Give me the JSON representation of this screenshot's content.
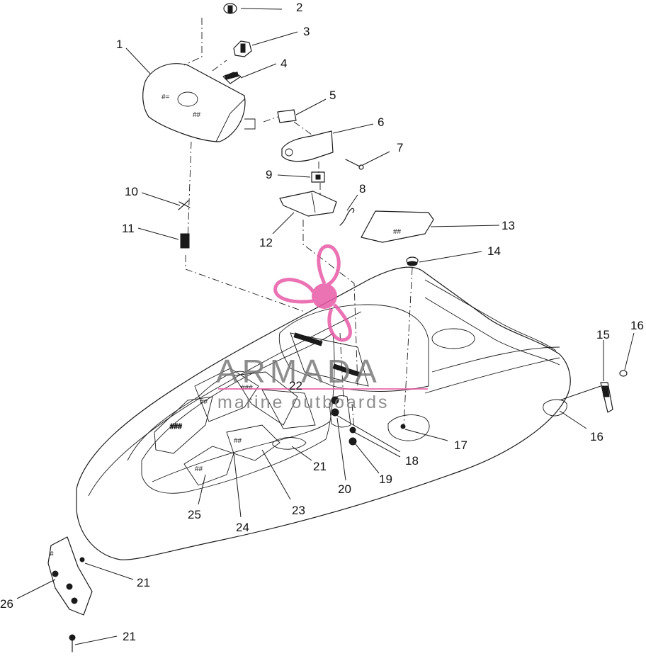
{
  "callouts": [
    {
      "id": "c1",
      "label": "1"
    },
    {
      "id": "c2",
      "label": "2"
    },
    {
      "id": "c3",
      "label": "3"
    },
    {
      "id": "c4",
      "label": "4"
    },
    {
      "id": "c5",
      "label": "5"
    },
    {
      "id": "c6",
      "label": "6"
    },
    {
      "id": "c7",
      "label": "7"
    },
    {
      "id": "c8",
      "label": "8"
    },
    {
      "id": "c9",
      "label": "9"
    },
    {
      "id": "c10",
      "label": "10"
    },
    {
      "id": "c11",
      "label": "11"
    },
    {
      "id": "c12",
      "label": "12"
    },
    {
      "id": "c13",
      "label": "13"
    },
    {
      "id": "c14",
      "label": "14"
    },
    {
      "id": "c15",
      "label": "15"
    },
    {
      "id": "c16a",
      "label": "16"
    },
    {
      "id": "c16b",
      "label": "16"
    },
    {
      "id": "c17",
      "label": "17"
    },
    {
      "id": "c18",
      "label": "18"
    },
    {
      "id": "c19",
      "label": "19"
    },
    {
      "id": "c20",
      "label": "20"
    },
    {
      "id": "c21a",
      "label": "21"
    },
    {
      "id": "c21b",
      "label": "21"
    },
    {
      "id": "c21c",
      "label": "21"
    },
    {
      "id": "c22",
      "label": "22"
    },
    {
      "id": "c23",
      "label": "23"
    },
    {
      "id": "c24",
      "label": "24"
    },
    {
      "id": "c25",
      "label": "25"
    },
    {
      "id": "c26",
      "label": "26"
    }
  ],
  "watermark": {
    "brand": "ARMADA",
    "tagline": "marine outboards",
    "logo_color": "#e85aa6",
    "text_color": "#7a7a7a"
  }
}
